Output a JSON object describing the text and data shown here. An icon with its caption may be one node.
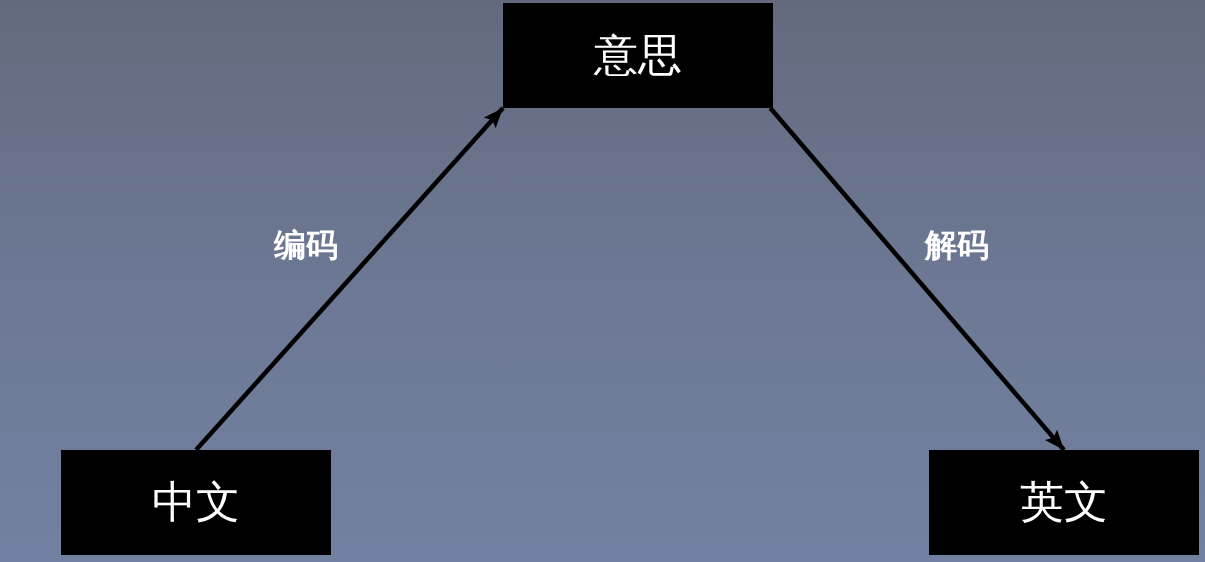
{
  "diagram": {
    "nodes": [
      {
        "text": [
          "意思"
        ]
      },
      {
        "text": [
          "中文"
        ]
      },
      {
        "text": [
          "英文"
        ]
      }
    ],
    "edges": [
      {
        "from": 1,
        "to": 0,
        "arrow": "to",
        "label": "编码"
      },
      {
        "from": 0,
        "to": 2,
        "arrow": "to",
        "label": "解码"
      }
    ]
  }
}
